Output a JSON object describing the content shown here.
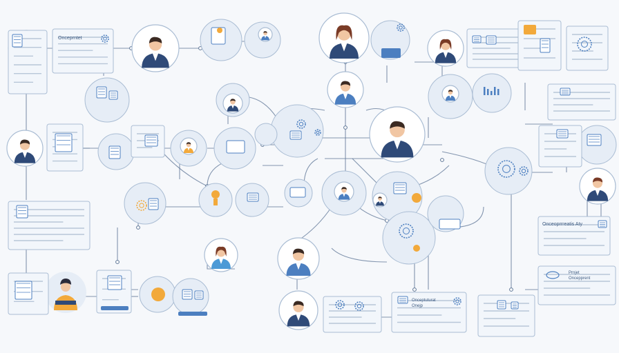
{
  "diagram": {
    "labels": {
      "card_top_left_title": "Onceprntet",
      "card_mid_right_title": "Onceoprrreatis Aty",
      "card_lower_right_title_1": "Prnjet",
      "card_lower_right_title_2": "Oncepprent",
      "card_bottom_title_1": "Onceptuturat",
      "card_bottom_title_2": "Onejp"
    },
    "colors": {
      "background": "#f6f8fb",
      "line": "#5b7394",
      "node_fill": "#e6edf6",
      "card_fill": "#f2f6fb",
      "card_border": "#a9bcd3",
      "text_line": "#b7c6d8",
      "navy": "#2f4a78",
      "skin": "#f1c6a3",
      "hair": "#3b2a22",
      "accent": "#f2a93b",
      "blue_accent": "#4c7fc0"
    },
    "icons": [
      "person-avatar-icon",
      "document-icon",
      "gear-icon",
      "chart-icon",
      "monitor-icon",
      "lightbulb-icon",
      "clipboard-icon",
      "cloud-icon"
    ]
  }
}
